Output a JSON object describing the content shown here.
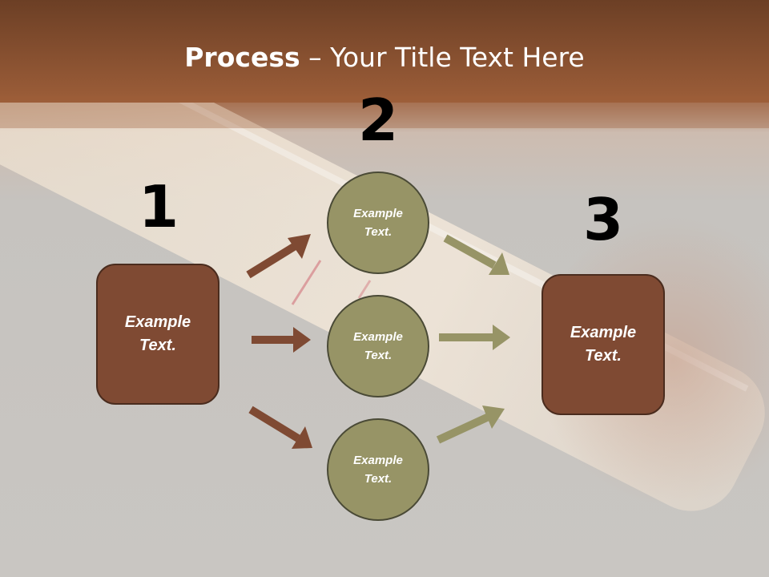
{
  "title": {
    "bold": "Process",
    "rest": " – Your Title Text Here"
  },
  "steps": [
    {
      "number": "1",
      "label": "Example Text."
    },
    {
      "number": "2",
      "labels": [
        "Example Text.",
        "Example Text.",
        "Example Text."
      ]
    },
    {
      "number": "3",
      "label": "Example Text."
    }
  ],
  "colors": {
    "header_band": "#8e5232",
    "box_fill": "#7f4a33",
    "circle_fill": "#979466",
    "brown_arrow": "#7f4a33",
    "olive_arrow": "#979466"
  }
}
